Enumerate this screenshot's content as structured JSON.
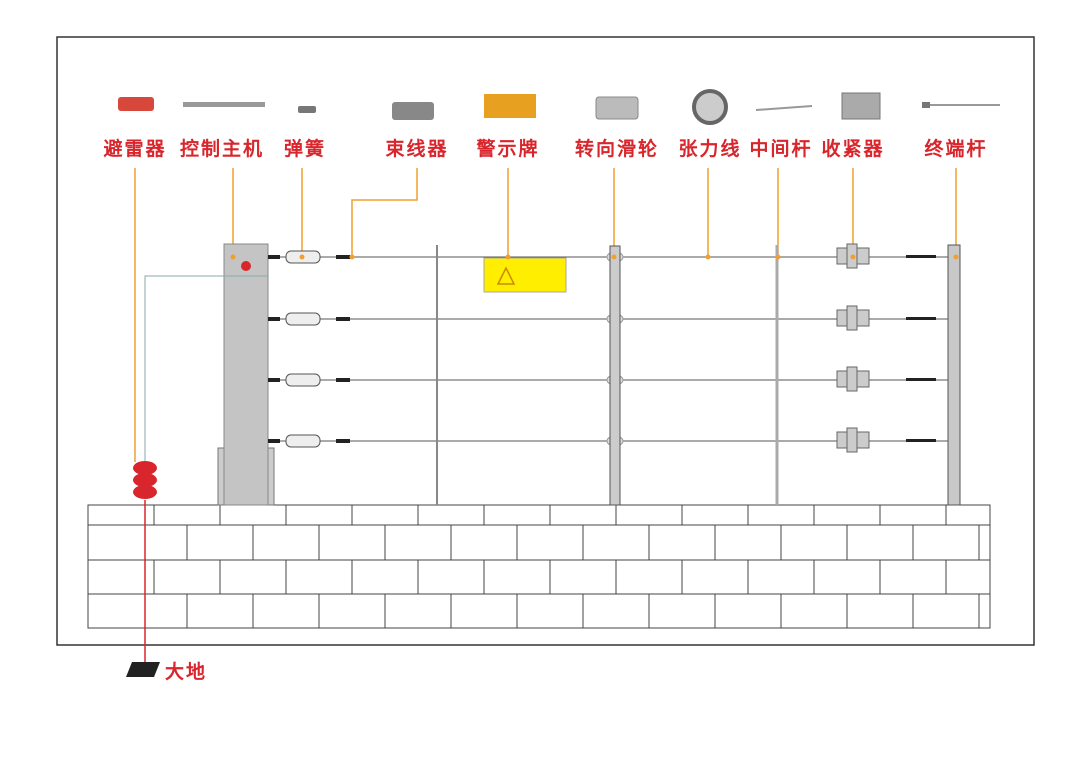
{
  "components": [
    {
      "label": "避雷器",
      "icon": "lightning-arrester-icon"
    },
    {
      "label": "控制主机",
      "icon": "controller-icon"
    },
    {
      "label": "弹簧",
      "icon": "spring-icon"
    },
    {
      "label": "束线器",
      "icon": "wire-clamp-icon"
    },
    {
      "label": "警示牌",
      "icon": "warning-sign-icon"
    },
    {
      "label": "转向滑轮",
      "icon": "pulley-icon"
    },
    {
      "label": "张力线",
      "icon": "wire-spool-icon"
    },
    {
      "label": "中间杆",
      "icon": "middle-pole-icon"
    },
    {
      "label": "收紧器",
      "icon": "tensioner-icon"
    },
    {
      "label": "终端杆",
      "icon": "terminal-pole-icon"
    }
  ],
  "ground_label": "大地",
  "colors": {
    "label": "#d8262c",
    "leader": "#f0a030",
    "sign": "#ffee00",
    "arrester": "#d8262c",
    "post": "#c8c8c8"
  }
}
